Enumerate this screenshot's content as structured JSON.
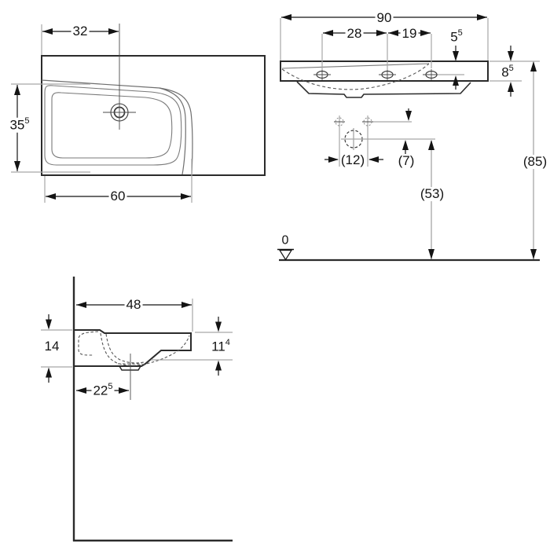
{
  "page": {
    "background": "#ffffff",
    "object_line_color": "#2b2b2b",
    "extension_line_color": "#a6a6a6",
    "hidden_line_color": "#555555"
  },
  "drawing": {
    "kind": "washbasin technical dimension drawing",
    "views": {
      "top_view": {
        "tap_hole_offset": {
          "value": "32"
        },
        "basin_depth": {
          "value": "35",
          "sup": "5"
        },
        "basin_width": {
          "value": "60"
        }
      },
      "front_view": {
        "overall_width": {
          "value": "90"
        },
        "tap_spacing_left": {
          "value": "28"
        },
        "tap_spacing_right": {
          "value": "19"
        },
        "rim_to_tap": {
          "value": "5",
          "sup": "5"
        },
        "apron_height": {
          "value": "8",
          "sup": "5"
        },
        "fixing_hole_spacing": {
          "value": "(12)"
        },
        "fixing_to_drain": {
          "value": "(7)"
        },
        "drain_height": {
          "value": "(53)"
        },
        "rim_height": {
          "value": "(85)"
        },
        "datum": {
          "value": "0"
        }
      },
      "side_view": {
        "overall_depth": {
          "value": "48"
        },
        "front_edge_height": {
          "value": "14"
        },
        "basin_edge_height": {
          "value": "11",
          "sup": "4"
        },
        "drain_offset": {
          "value": "22",
          "sup": "5"
        }
      }
    }
  }
}
